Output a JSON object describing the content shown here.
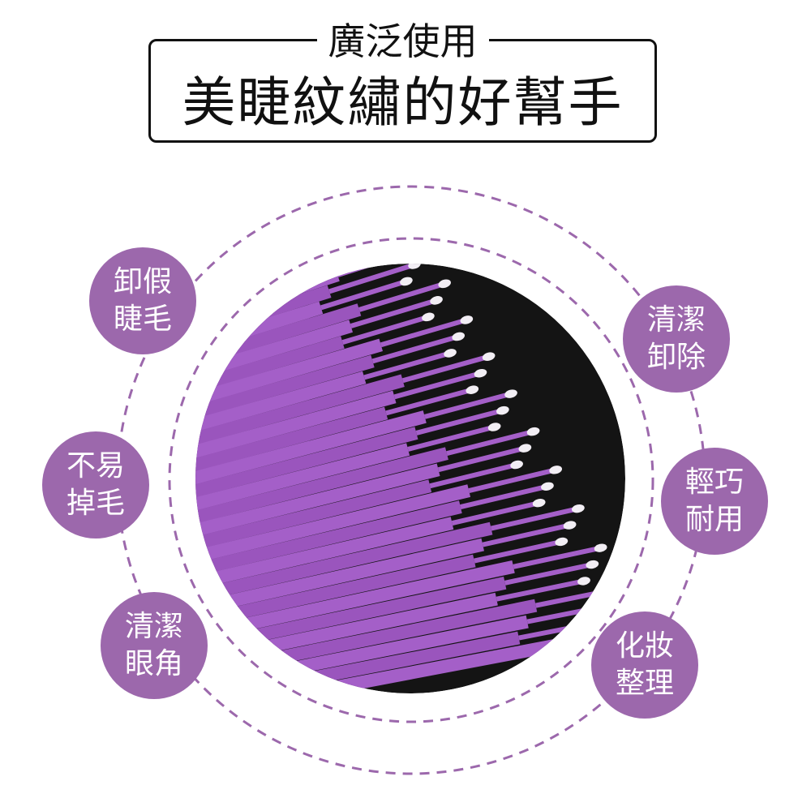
{
  "header": {
    "subtitle": "廣泛使用",
    "title": "美睫紋繡的好幫手"
  },
  "badges": [
    {
      "line1": "卸假",
      "line2": "睫毛"
    },
    {
      "line1": "不易",
      "line2": "掉毛"
    },
    {
      "line1": "清潔",
      "line2": "眼角"
    },
    {
      "line1": "清潔",
      "line2": "卸除"
    },
    {
      "line1": "輕巧",
      "line2": "耐用"
    },
    {
      "line1": "化妝",
      "line2": "整理"
    }
  ],
  "colors": {
    "accent": "#9c68ac",
    "stick": "#a45fc8",
    "tip": "#f2eef4",
    "photo_bg": "#141414"
  }
}
